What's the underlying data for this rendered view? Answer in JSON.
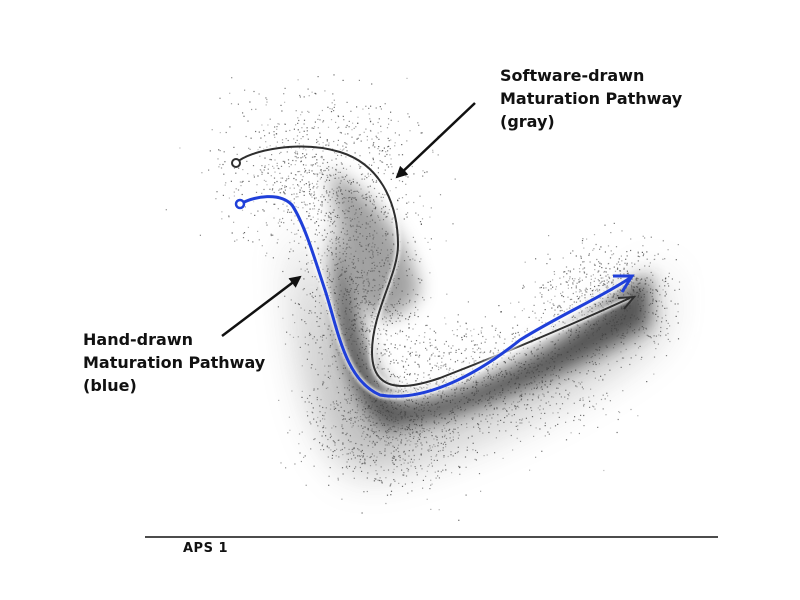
{
  "labels": {
    "software": {
      "lines": [
        "Software-drawn",
        "Maturation Pathway",
        "(gray)"
      ]
    },
    "hand": {
      "lines": [
        "Hand-drawn",
        "Maturation Pathway",
        "(blue)"
      ]
    }
  },
  "axis": {
    "x_label": "APS 1"
  },
  "colors": {
    "background": "#ffffff",
    "cloud_dark": "#3c3c3c",
    "software_path": "#2e2e2e",
    "hand_path": "#1f3fd9",
    "axis": "#111111"
  }
}
